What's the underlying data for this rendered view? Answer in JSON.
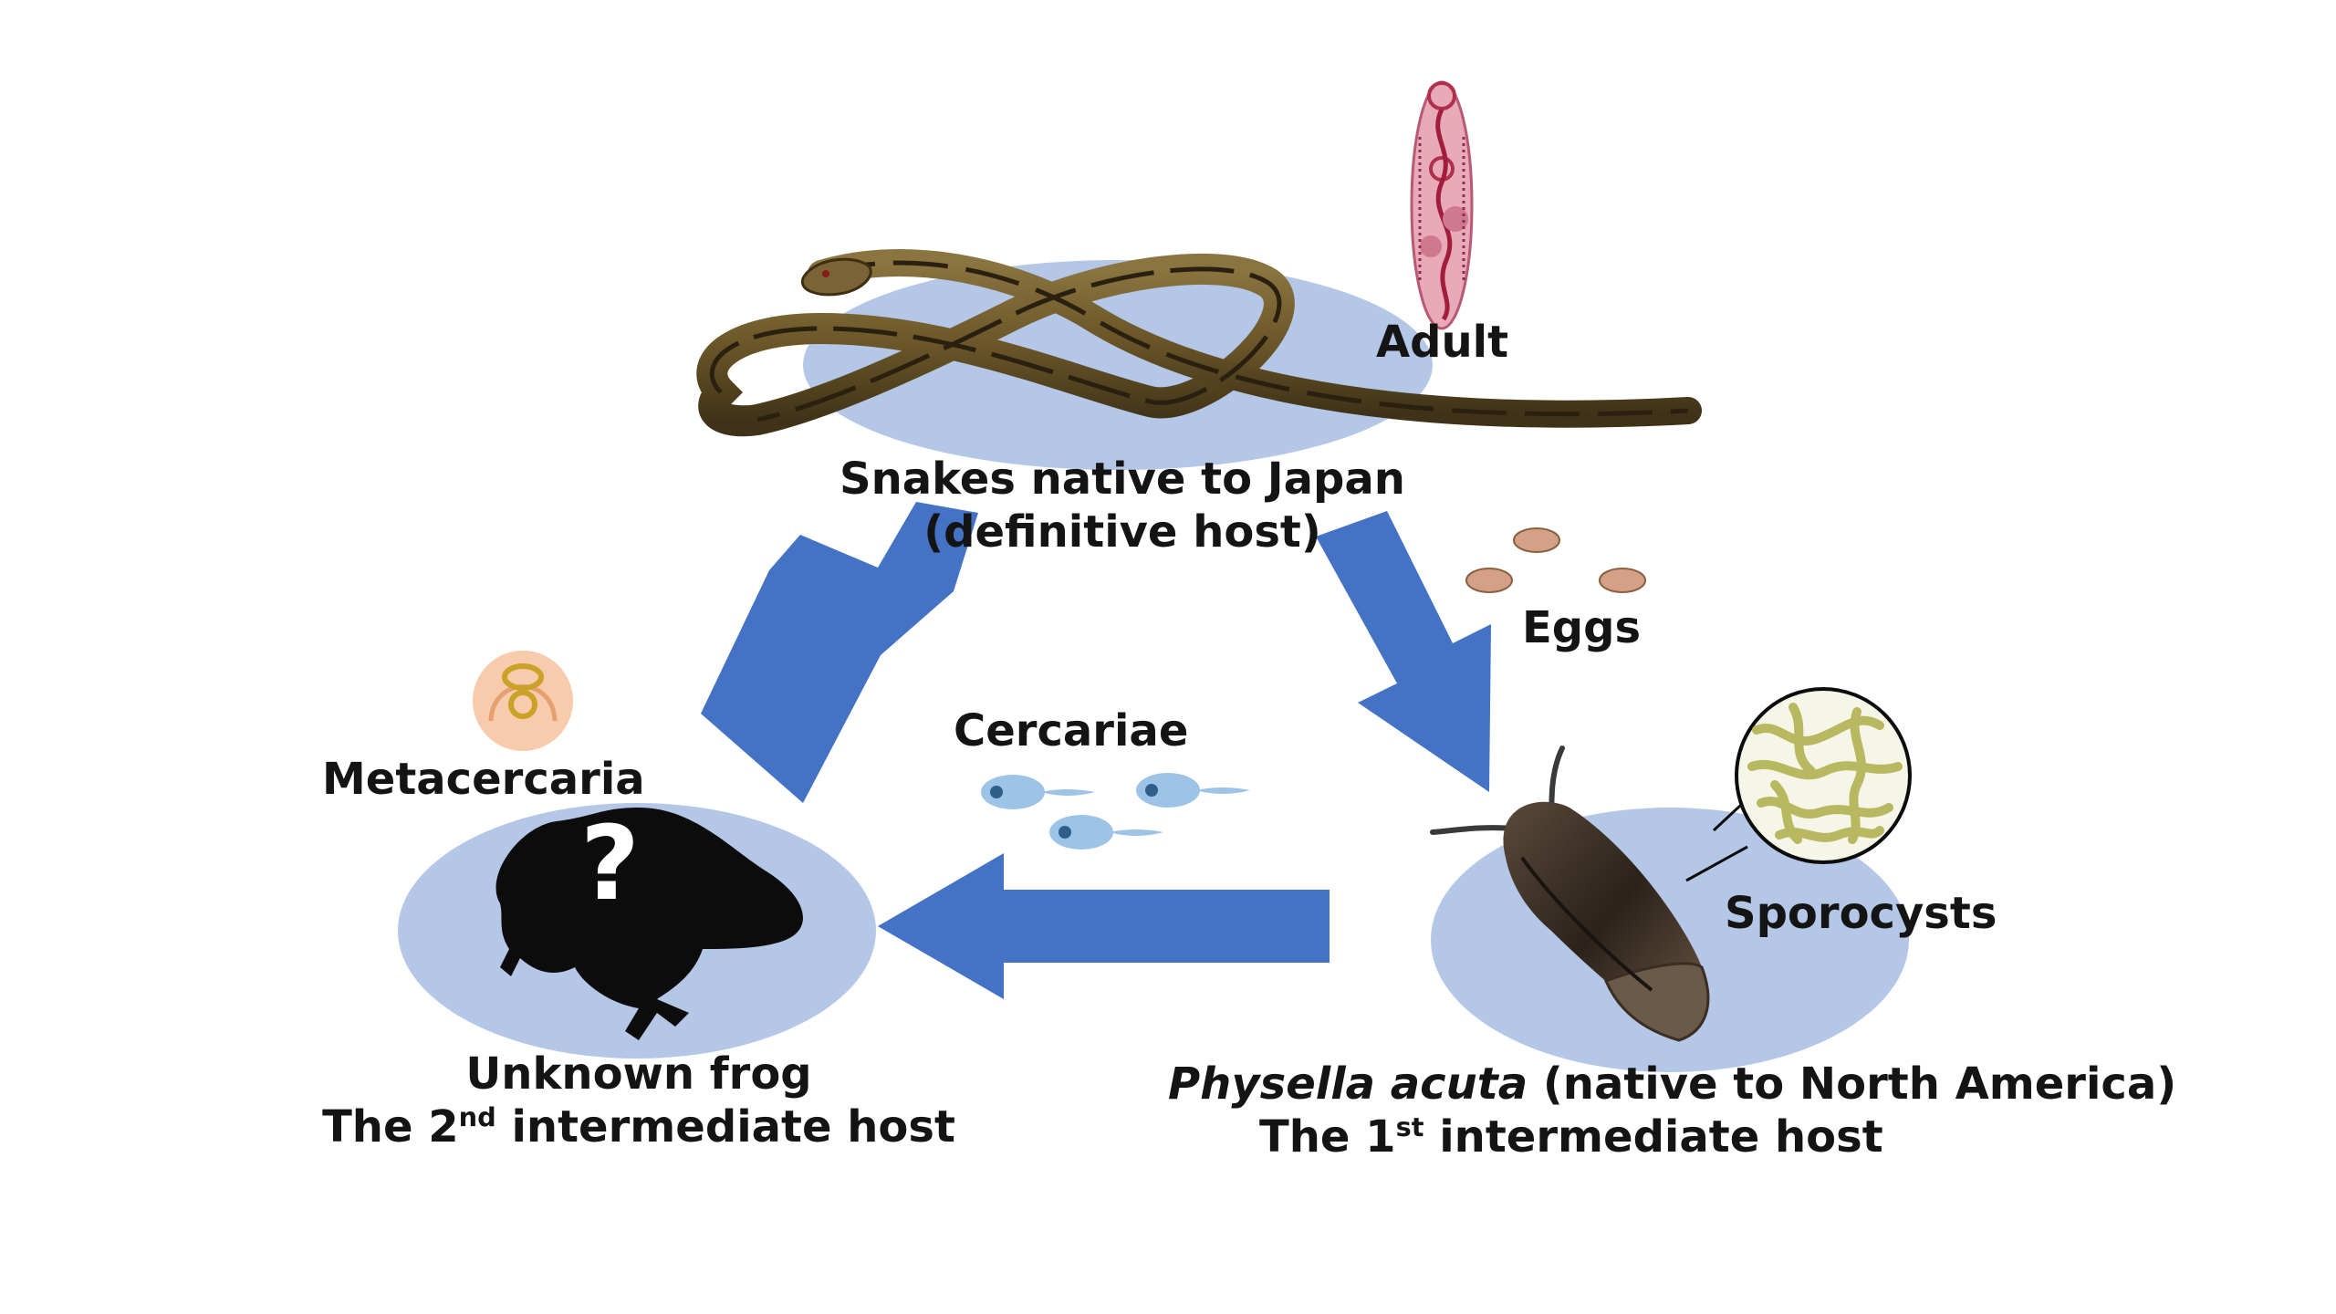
{
  "definitive_host": {
    "line1": "Snakes native to Japan",
    "line2": "(definitive host)"
  },
  "adult": {
    "label": "Adult"
  },
  "eggs": {
    "label": "Eggs"
  },
  "first_intermediate_host": {
    "species": "Physella acuta",
    "origin": "(native to North America)",
    "role_prefix": "The 1",
    "role_ordinal": "st",
    "role_suffix": " intermediate host"
  },
  "sporocysts": {
    "label": "Sporocysts"
  },
  "cercariae": {
    "label": "Cercariae"
  },
  "second_intermediate_host": {
    "line1": "Unknown frog",
    "role_prefix": "The 2",
    "role_ordinal": "nd",
    "role_suffix": " intermediate host",
    "unknown_mark": "?"
  },
  "metacercaria": {
    "label": "Metacercaria"
  },
  "colors": {
    "host_ellipse": "#b4c7e7",
    "arrow": "#4472c4",
    "egg": "#d4a088",
    "cercaria": "#9dc3e6",
    "metacercaria_bg": "#f8cbad",
    "metacercaria_ring": "#c9a227",
    "sporocyst": "#b8b860",
    "adult_fluke": "#e8a9b8"
  },
  "icons": {
    "snake": "snake-icon",
    "fluke": "adult-fluke-icon",
    "snail": "snail-icon",
    "frog": "frog-silhouette-icon"
  }
}
